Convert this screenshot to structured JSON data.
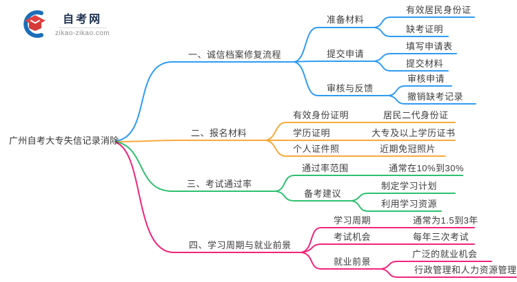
{
  "logo": {
    "title": "自考网",
    "domain": "zikao-zikao.com",
    "crescent_color": "#1b6fb8",
    "cap_color": "#e2403e"
  },
  "colors": {
    "branch1": "#2e9bf3",
    "branch2": "#f7a93b",
    "branch3": "#2ec06e",
    "branch4": "#f1247a",
    "text": "#3d3d3d"
  },
  "mindmap": {
    "root": {
      "label": "广州自考大专失信记录消除"
    },
    "branches": [
      {
        "label": "一、诚信档案修复流程",
        "color": "#2e9bf3",
        "children": [
          {
            "label": "准备材料",
            "children": [
              {
                "label": "有效居民身份证"
              },
              {
                "label": "缺考证明"
              }
            ]
          },
          {
            "label": "提交申请",
            "children": [
              {
                "label": "填写申请表"
              },
              {
                "label": "提交材料"
              }
            ]
          },
          {
            "label": "审核与反馈",
            "children": [
              {
                "label": "审核申请"
              },
              {
                "label": "撤销缺考记录"
              }
            ]
          }
        ]
      },
      {
        "label": "二、报名材料",
        "color": "#f7a93b",
        "children": [
          {
            "label": "有效身份证明",
            "children": [
              {
                "label": "居民二代身份证"
              }
            ]
          },
          {
            "label": "学历证明",
            "children": [
              {
                "label": "大专及以上学历证书"
              }
            ]
          },
          {
            "label": "个人证件照",
            "children": [
              {
                "label": "近期免冠照片"
              }
            ]
          }
        ]
      },
      {
        "label": "三、考试通过率",
        "color": "#2ec06e",
        "children": [
          {
            "label": "通过率范围",
            "children": [
              {
                "label": "通常在10%到30%"
              }
            ]
          },
          {
            "label": "备考建议",
            "children": [
              {
                "label": "制定学习计划"
              },
              {
                "label": "利用学习资源"
              }
            ]
          }
        ]
      },
      {
        "label": "四、学习周期与就业前景",
        "color": "#f1247a",
        "children": [
          {
            "label": "学习周期",
            "children": [
              {
                "label": "通常为1.5到3年"
              }
            ]
          },
          {
            "label": "考试机会",
            "children": [
              {
                "label": "每年三次考试"
              }
            ]
          },
          {
            "label": "就业前景",
            "children": [
              {
                "label": "广泛的就业机会"
              },
              {
                "label": "行政管理和人力资源管理"
              }
            ]
          }
        ]
      }
    ]
  }
}
